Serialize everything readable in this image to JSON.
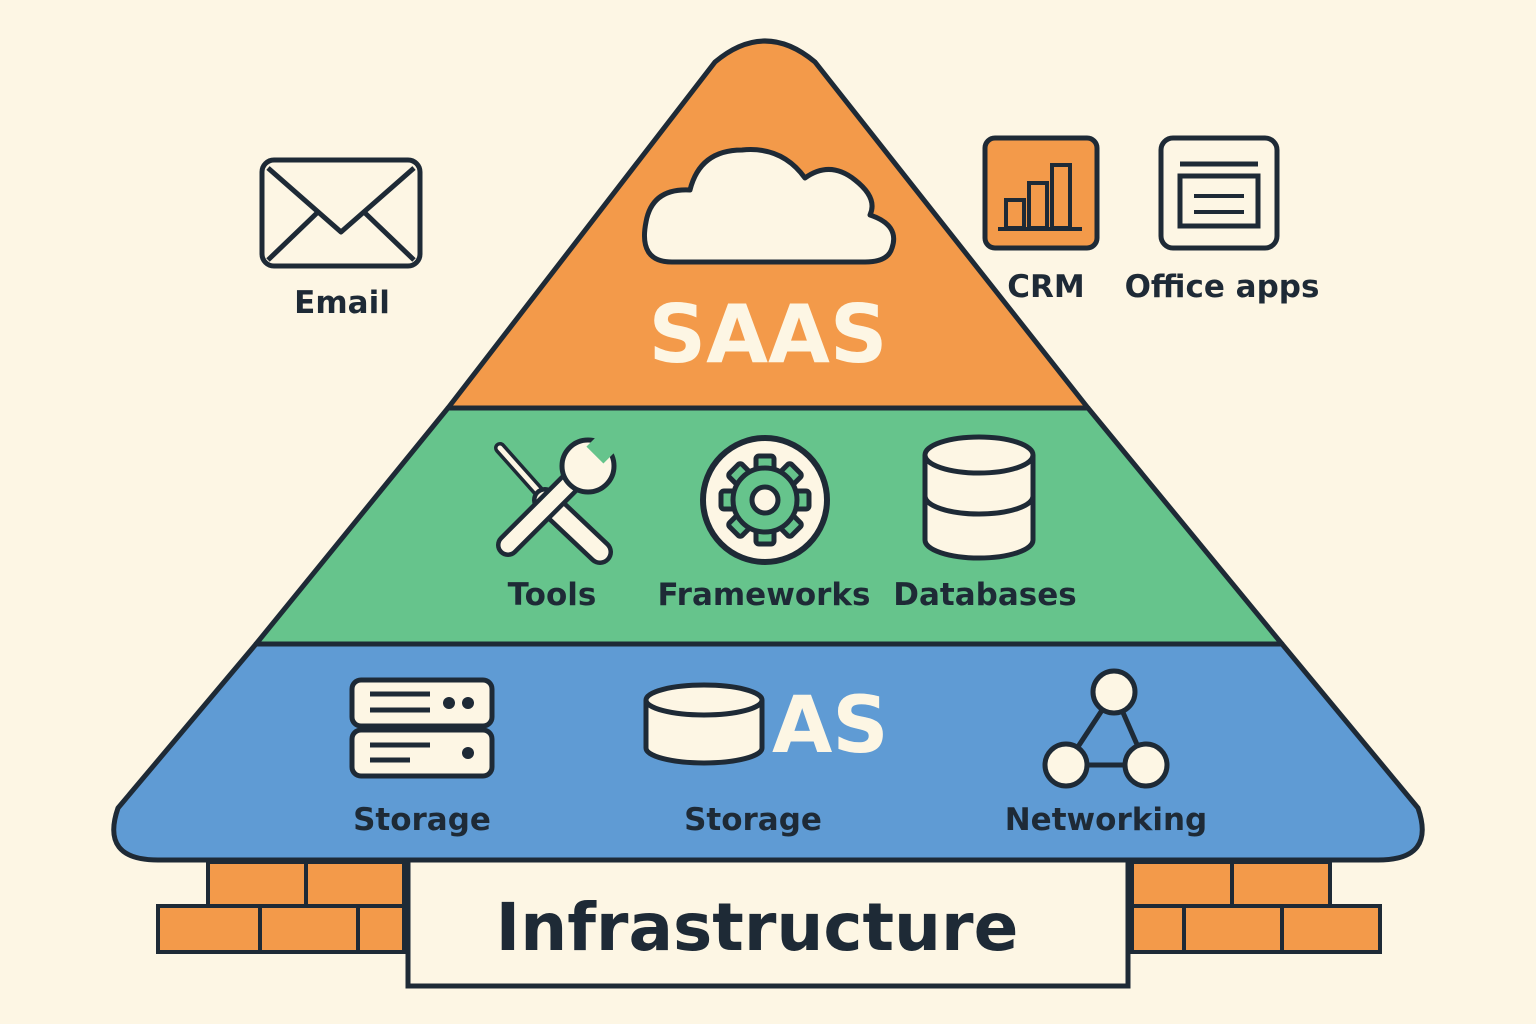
{
  "colors": {
    "background": "#fdf6e4",
    "stroke": "#1e2a36",
    "saas_fill": "#f39a4a",
    "paas_fill": "#66c48c",
    "iaas_fill": "#5f9bd4",
    "brick_fill": "#f39a4a",
    "icon_fill": "#fdf6e4",
    "tier_title": "#fdf6e4"
  },
  "outside": {
    "email": {
      "label": "Email",
      "icon": "envelope-icon"
    },
    "crm": {
      "label": "CRM",
      "icon": "bar-chart-icon"
    },
    "office_apps": {
      "label": "Office apps",
      "icon": "document-window-icon"
    }
  },
  "saas": {
    "title": "SAAS",
    "icon": "cloud-icon"
  },
  "paas": {
    "items": [
      {
        "label": "Tools",
        "icon": "tools-icon"
      },
      {
        "label": "Frameworks",
        "icon": "gear-icon"
      },
      {
        "label": "Databases",
        "icon": "database-icon"
      }
    ]
  },
  "iaas": {
    "title": "AS",
    "items": [
      {
        "label": "Storage",
        "icon": "server-icon"
      },
      {
        "label": "Storage",
        "icon": "storage-drum-icon"
      },
      {
        "label": "Networking",
        "icon": "network-icon"
      }
    ]
  },
  "base": {
    "label": "Infrastructure",
    "icon": "brick-wall-icon"
  }
}
